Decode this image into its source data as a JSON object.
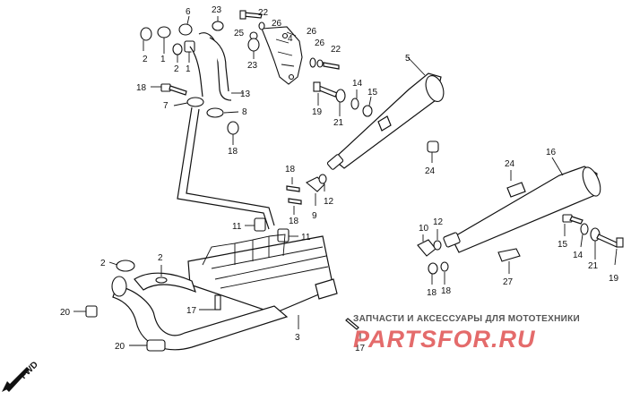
{
  "diagram": {
    "callouts": [
      "1",
      "2",
      "3",
      "4",
      "5",
      "6",
      "7",
      "8",
      "9",
      "10",
      "11",
      "12",
      "13",
      "14",
      "15",
      "16",
      "17",
      "18",
      "19",
      "20",
      "21",
      "22",
      "23",
      "24",
      "25",
      "26",
      "27"
    ],
    "direction_arrow": "FWD"
  },
  "watermark": {
    "tagline": "ЗАПЧАСТИ И АКСЕССУАРЫ ДЛЯ МОТОТЕХНИКИ",
    "brand": "PARTSFOR.RU"
  }
}
